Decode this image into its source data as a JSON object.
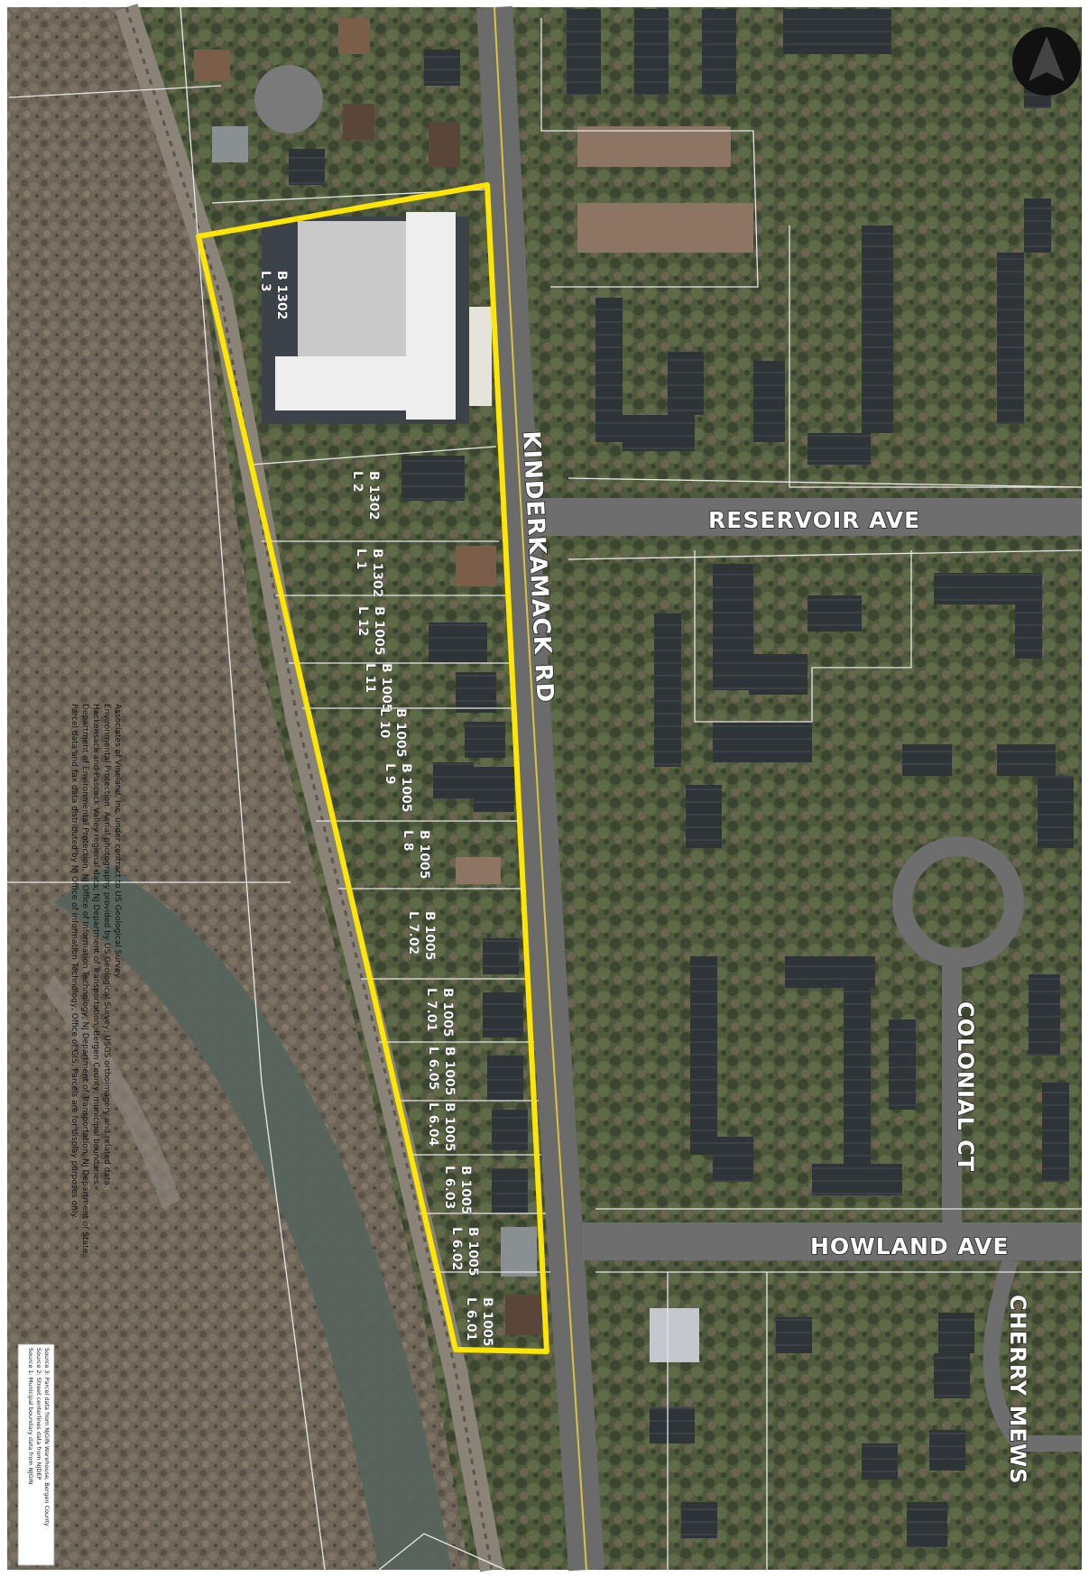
{
  "streets": {
    "kinderkamack": "KINDERKAMACK RD",
    "reservoir": "RESERVOIR AVE",
    "colonial": "COLONIAL CT",
    "howland": "HOWLAND AVE",
    "cherry": "CHERRY MEWS"
  },
  "parcels": [
    {
      "block": "B 1302",
      "lot": "L 3"
    },
    {
      "block": "B 1302",
      "lot": "L 2"
    },
    {
      "block": "B 1302",
      "lot": "L 1"
    },
    {
      "block": "B 1005",
      "lot": "L 12"
    },
    {
      "block": "B 1005",
      "lot": "L 11"
    },
    {
      "block": "B 1005",
      "lot": "L 10"
    },
    {
      "block": "B 1005",
      "lot": "L 9"
    },
    {
      "block": "B 1005",
      "lot": "L 8"
    },
    {
      "block": "B 1005",
      "lot": "L 7.02"
    },
    {
      "block": "B 1005",
      "lot": "L 7.01"
    },
    {
      "block": "B 1005",
      "lot": "L 6.05"
    },
    {
      "block": "B 1005",
      "lot": "L 6.04"
    },
    {
      "block": "B 1005",
      "lot": "L 6.03"
    },
    {
      "block": "B 1005",
      "lot": "L 6.02"
    },
    {
      "block": "B 1005",
      "lot": "L 6.01"
    }
  ],
  "disclaimer": {
    "line1": "Parcel data and tax data distributed by NJ Office of Information Technology, Office of GIS. Parcels are for display purposes only.",
    "line2": "Department of Environmental Protection, NJ Office of Information Technology, NJ Department of Transportation, NJ Department of State.",
    "line3": "Hackensack and Pascack Valley regional data; NJ Department of Transportation; Bergen County; municipal boundaries.",
    "line4": "Environmental Protection. Aerial photography provided by US Geological Survey; USGS orthoimagery and related data.",
    "line5": "Associates of Vineland, Inc. under contract to US Geological Survey."
  },
  "sources": {
    "s1": "Source 1: Municipal boundary data from NJGIN",
    "s2": "Source 2: Street centerlines data from NJDEP",
    "s3": "Source 3: Parcel data from NJGIN Warehouse, Bergen County"
  },
  "colors": {
    "highlight": "#ffe600",
    "boundary": "#e8e8e8",
    "canopy": "#4e5a3a",
    "river": "#56645c"
  }
}
